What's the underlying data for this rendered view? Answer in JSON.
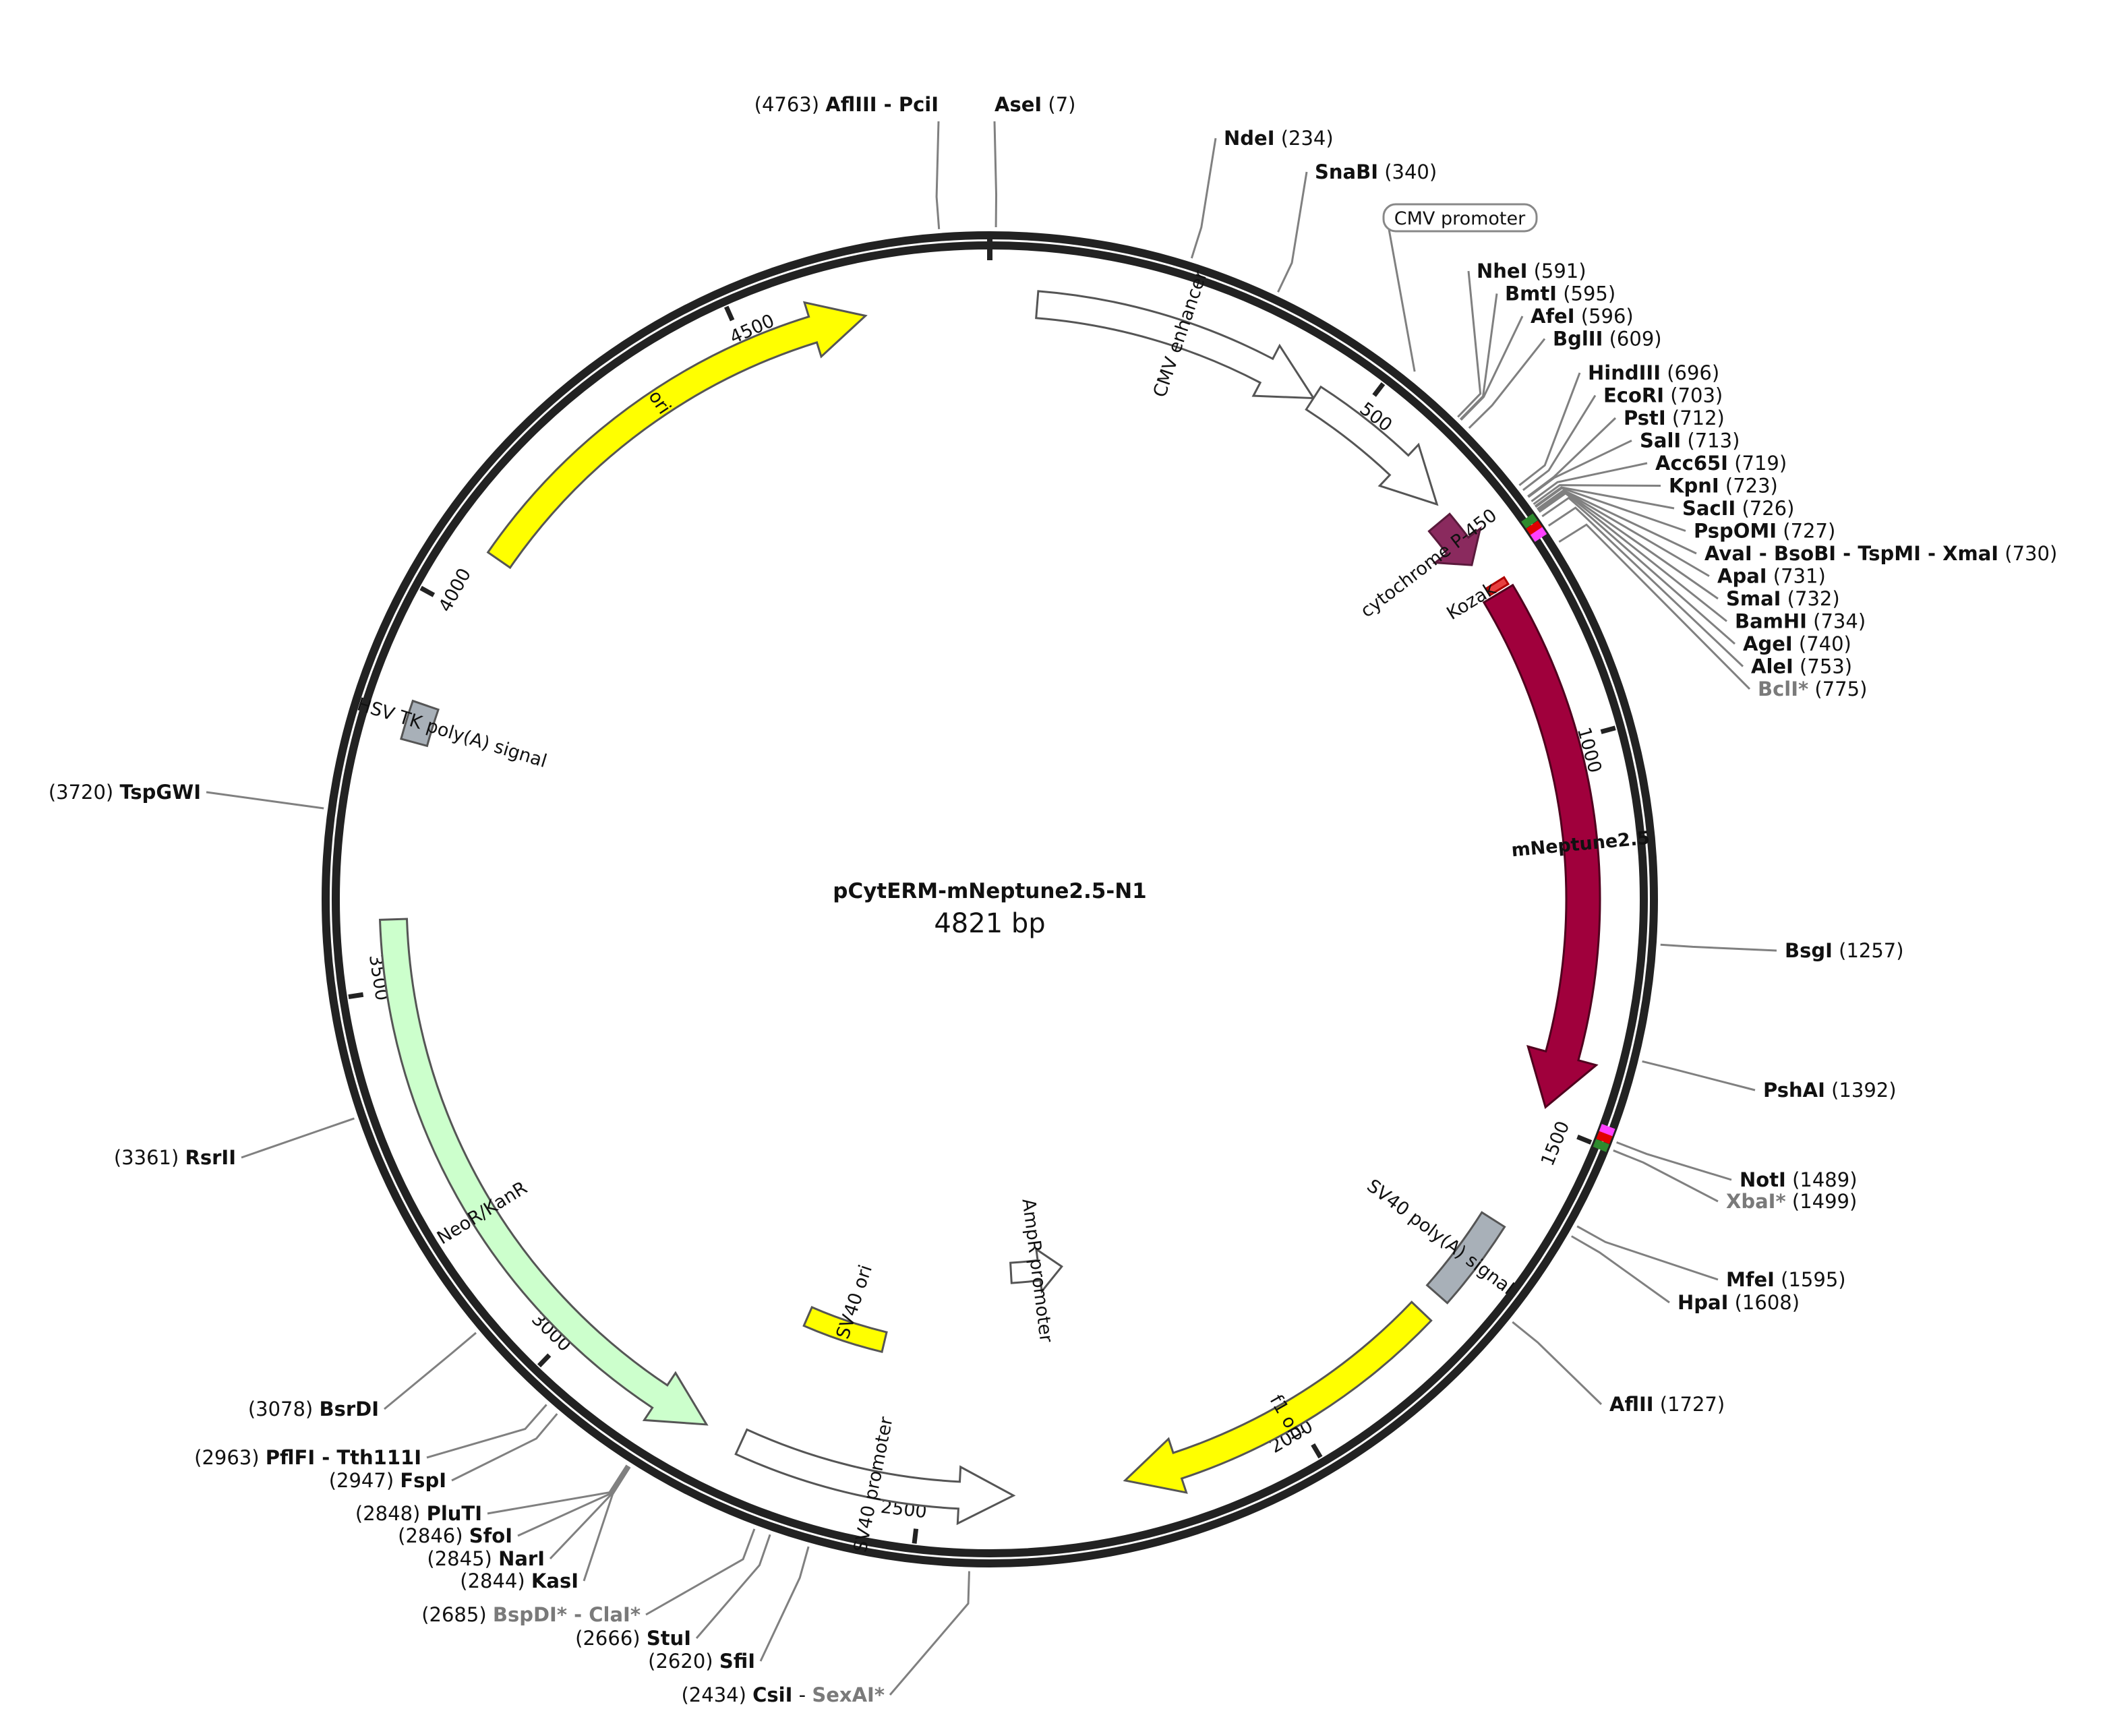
{
  "plasmid": {
    "name": "pCytERM-mNeptune2.5-N1",
    "size_label": "4821 bp",
    "length": 4821
  },
  "ticks": [
    "500",
    "1000",
    "1500",
    "2000",
    "2500",
    "3000",
    "3500",
    "4000",
    "4500"
  ],
  "features": [
    {
      "id": "cmv-enhancer",
      "label": "CMV enhancer",
      "start": 61,
      "end": 440,
      "arrow": true,
      "fill": "#ffffff",
      "stroke": "#555555"
    },
    {
      "id": "cmv-promoter-arrow",
      "label": "",
      "start": 440,
      "end": 650,
      "arrow": true,
      "fill": "#ffffff",
      "stroke": "#555555"
    },
    {
      "id": "cytochrome-p450",
      "label": "cytochrome P-450",
      "start": 670,
      "end": 740,
      "arrow": true,
      "fill": "#8a2a5e",
      "stroke": "#5a1a3c"
    },
    {
      "id": "kozak",
      "label": "Kozak",
      "start": 776,
      "end": 786,
      "arrow": false,
      "fill": "#e84040",
      "stroke": "#b00000"
    },
    {
      "id": "mneptune",
      "label": "mNeptune2.5",
      "start": 790,
      "end": 1480,
      "arrow": true,
      "fill": "#a0003c",
      "stroke": "#50001e"
    },
    {
      "id": "sv40-polya",
      "label": "SV40 poly(A) signal",
      "start": 1640,
      "end": 1760,
      "arrow": false,
      "fill": "#a8b0b8",
      "stroke": "#555555"
    },
    {
      "id": "f1-ori",
      "label": "f1 ori",
      "start": 1790,
      "end": 2235,
      "arrow": true,
      "fill": "#ffff00",
      "stroke": "#555555"
    },
    {
      "id": "ampr-promoter",
      "label": "AmpR promoter",
      "start": 2262,
      "end": 2367,
      "arrow": true,
      "fill": "#ffffff",
      "stroke": "#555555",
      "reverse": true
    },
    {
      "id": "sv40-promoter",
      "label": "SV40 promoter",
      "start": 2380,
      "end": 2740,
      "arrow": true,
      "fill": "#ffffff",
      "stroke": "#555555",
      "reverse": true
    },
    {
      "id": "sv40-ori",
      "label": "SV40 ori",
      "start": 2590,
      "end": 2726,
      "arrow": false,
      "fill": "#ffff00",
      "stroke": "#555555",
      "inner": true
    },
    {
      "id": "neor-kanr",
      "label": "NeoR/KanR",
      "start": 2790,
      "end": 3590,
      "arrow": true,
      "fill": "#ccffcc",
      "stroke": "#555555",
      "reverse": true
    },
    {
      "id": "hsv-tk-polya",
      "label": "HSV TK poly(A) signal",
      "start": 3820,
      "end": 3870,
      "arrow": false,
      "fill": "#a8b0b8",
      "stroke": "#555555"
    },
    {
      "id": "ori",
      "label": "ori",
      "start": 4080,
      "end": 4660,
      "arrow": true,
      "fill": "#ffff00",
      "stroke": "#555555"
    }
  ],
  "cmv_promoter_label": "CMV promoter",
  "sites": [
    {
      "name": "AflIII - PciI",
      "pos": "(4763)",
      "side": "left",
      "anchor": 4763
    },
    {
      "name": "AseI",
      "pos": "(7)",
      "side": "right",
      "anchor": 7
    },
    {
      "name": "NdeI",
      "pos": "(234)",
      "side": "right",
      "anchor": 234
    },
    {
      "name": "SnaBI",
      "pos": "(340)",
      "side": "right",
      "anchor": 340
    },
    {
      "name": "NheI",
      "pos": "(591)",
      "side": "right",
      "anchor": 591
    },
    {
      "name": "BmtI",
      "pos": "(595)",
      "side": "right",
      "anchor": 595
    },
    {
      "name": "AfeI",
      "pos": "(596)",
      "side": "right",
      "anchor": 596
    },
    {
      "name": "BglII",
      "pos": "(609)",
      "side": "right",
      "anchor": 609
    },
    {
      "name": "HindIII",
      "pos": "(696)",
      "side": "right",
      "anchor": 696
    },
    {
      "name": "EcoRI",
      "pos": "(703)",
      "side": "right",
      "anchor": 703
    },
    {
      "name": "PstI",
      "pos": "(712)",
      "side": "right",
      "anchor": 712
    },
    {
      "name": "SalI",
      "pos": "(713)",
      "side": "right",
      "anchor": 713
    },
    {
      "name": "Acc65I",
      "pos": "(719)",
      "side": "right",
      "anchor": 719
    },
    {
      "name": "KpnI",
      "pos": "(723)",
      "side": "right",
      "anchor": 723
    },
    {
      "name": "SacII",
      "pos": "(726)",
      "side": "right",
      "anchor": 726
    },
    {
      "name": "PspOMI",
      "pos": "(727)",
      "side": "right",
      "anchor": 727
    },
    {
      "name": "AvaI - BsoBI - TspMI - XmaI",
      "pos": "(730)",
      "side": "right",
      "anchor": 730
    },
    {
      "name": "ApaI",
      "pos": "(731)",
      "side": "right",
      "anchor": 731
    },
    {
      "name": "SmaI",
      "pos": "(732)",
      "side": "right",
      "anchor": 732
    },
    {
      "name": "BamHI",
      "pos": "(734)",
      "side": "right",
      "anchor": 734
    },
    {
      "name": "AgeI",
      "pos": "(740)",
      "side": "right",
      "anchor": 740
    },
    {
      "name": "AleI",
      "pos": "(753)",
      "side": "right",
      "anchor": 753
    },
    {
      "name": "BclI*",
      "pos": "(775)",
      "side": "right",
      "anchor": 775,
      "gray": true
    },
    {
      "name": "BsgI",
      "pos": "(1257)",
      "side": "right",
      "anchor": 1257
    },
    {
      "name": "PshAI",
      "pos": "(1392)",
      "side": "right",
      "anchor": 1392
    },
    {
      "name": "NotI",
      "pos": "(1489)",
      "side": "right",
      "anchor": 1489
    },
    {
      "name": "XbaI*",
      "pos": "(1499)",
      "side": "right",
      "anchor": 1499,
      "gray": true
    },
    {
      "name": "MfeI",
      "pos": "(1595)",
      "side": "right",
      "anchor": 1595
    },
    {
      "name": "HpaI",
      "pos": "(1608)",
      "side": "right",
      "anchor": 1608
    },
    {
      "name": "AflII",
      "pos": "(1727)",
      "side": "right",
      "anchor": 1727
    },
    {
      "name": "CsiI",
      "name2": "SexAI*",
      "pos": "(2434)",
      "side": "left",
      "anchor": 2434
    },
    {
      "name": "SfiI",
      "pos": "(2620)",
      "side": "left",
      "anchor": 2620
    },
    {
      "name": "StuI",
      "pos": "(2666)",
      "side": "left",
      "anchor": 2666
    },
    {
      "name": "BspDI* - ClaI*",
      "pos": "(2685)",
      "side": "left",
      "anchor": 2685,
      "gray": true
    },
    {
      "name": "KasI",
      "pos": "(2844)",
      "side": "left",
      "anchor": 2844
    },
    {
      "name": "NarI",
      "pos": "(2845)",
      "side": "left",
      "anchor": 2845
    },
    {
      "name": "SfoI",
      "pos": "(2846)",
      "side": "left",
      "anchor": 2846
    },
    {
      "name": "PluTI",
      "pos": "(2848)",
      "side": "left",
      "anchor": 2848
    },
    {
      "name": "FspI",
      "pos": "(2947)",
      "side": "left",
      "anchor": 2947
    },
    {
      "name": "PflFI - Tth111I",
      "pos": "(2963)",
      "side": "left",
      "anchor": 2963
    },
    {
      "name": "BsrDI",
      "pos": "(3078)",
      "side": "left",
      "anchor": 3078
    },
    {
      "name": "RsrII",
      "pos": "(3361)",
      "side": "left",
      "anchor": 3361
    },
    {
      "name": "TspGWI",
      "pos": "(3720)",
      "side": "left",
      "anchor": 3720
    }
  ],
  "colors": {
    "backbone": "#222222",
    "leader": "#808080",
    "gray_text": "#7a7a7a"
  }
}
